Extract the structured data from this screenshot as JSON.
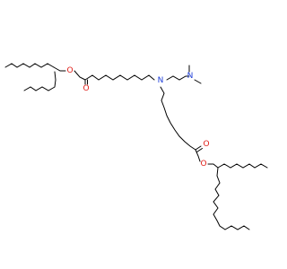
{
  "molecule": {
    "colors": {
      "bond": "#000000",
      "carbon": "#000000",
      "nitrogen": "#1f3fd9",
      "oxygen": "#e0201b"
    },
    "atoms": [
      {
        "element": "O",
        "label": "O",
        "color": "#e0201b"
      },
      {
        "element": "O",
        "label": "O",
        "color": "#e0201b"
      },
      {
        "element": "N",
        "label": "N",
        "color": "#1f3fd9"
      },
      {
        "element": "N",
        "label": "N",
        "color": "#1f3fd9"
      },
      {
        "element": "O",
        "label": "O",
        "color": "#e0201b"
      },
      {
        "element": "O",
        "label": "O",
        "color": "#e0201b"
      }
    ]
  }
}
